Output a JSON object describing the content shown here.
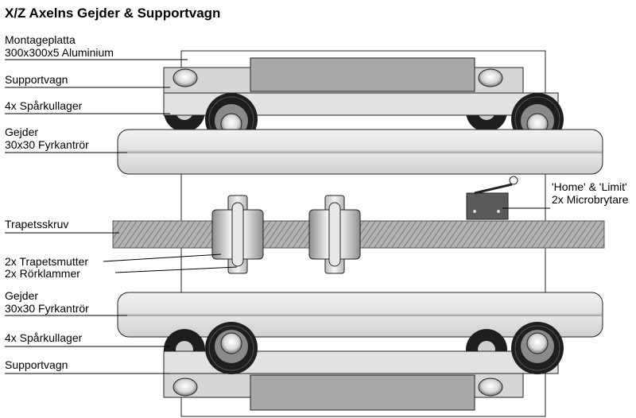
{
  "title": "X/Z Axelns Gejder & Supportvagn",
  "labels": {
    "montageplatta_line1": "Montageplatta",
    "montageplatta_line2": "300x300x5 Aluminium",
    "supportvagn_top": "Supportvagn",
    "sparkullager_top": "4x Spårkullager",
    "gejder_top_line1": "Gejder",
    "gejder_top_line2": "30x30 Fyrkantrör",
    "trapetsskruv": "Trapetsskruv",
    "trapetsmutter": "2x Trapetsmutter",
    "rorklammer": "2x Rörklammer",
    "microbrytare_line1": "'Home' & 'Limit'",
    "microbrytare_line2": "2x Microbrytare",
    "gejder_bottom_line1": "Gejder",
    "gejder_bottom_line2": "30x30 Fyrkantrör",
    "sparkullager_bottom": "4x Spårkullager",
    "supportvagn_bottom": "Supportvagn"
  },
  "colors": {
    "rail": "#e6e6e6",
    "rail_shadow": "#9a9a9a",
    "plate": "#d4d4d4",
    "block": "#a9a9a9",
    "screw": "#a0a0a0",
    "bearing_outer": "#1e1e1e",
    "switch": "#5a5a5a"
  }
}
